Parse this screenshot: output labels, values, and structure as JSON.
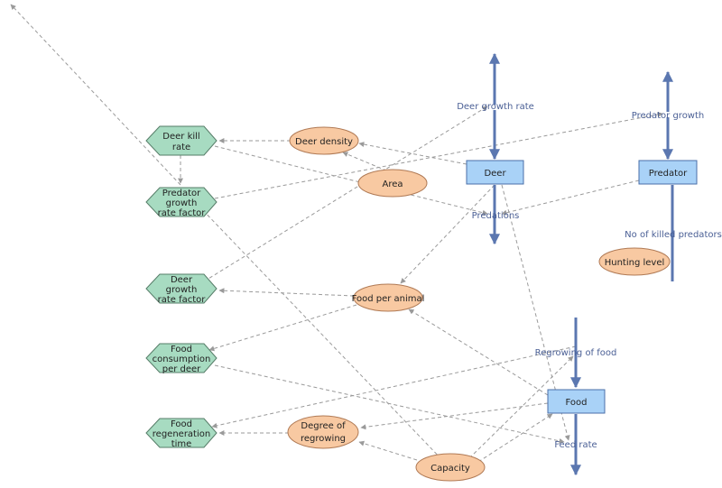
{
  "colors": {
    "stock_fill": "#a9d2f7",
    "stock_stroke": "#4a6fa8",
    "aux_fill": "#f8c9a2",
    "aux_stroke": "#b07a55",
    "table_fill": "#a7dbc1",
    "table_stroke": "#567d68",
    "flow": "#5b77b0",
    "link": "#9a9a9a",
    "flow_label": "#4a5f95"
  },
  "stocks": {
    "deer": "Deer",
    "predator": "Predator",
    "food": "Food"
  },
  "flows": {
    "deer_growth_rate": "Deer growth rate",
    "predations": "Predations",
    "predator_growth": "Predator growth",
    "no_of_killed_predators": "No of killed predators",
    "regrowing_of_food": "Regrowing of food",
    "feed_rate": "Feed rate"
  },
  "auxiliaries": {
    "deer_density": "Deer density",
    "area": "Area",
    "food_per_animal": "Food per animal",
    "hunting_level": "Hunting level",
    "degree_of_regrowing": [
      "Degree of",
      "regrowing"
    ],
    "capacity": "Capacity"
  },
  "tables": {
    "deer_kill_rate": [
      "Deer kill",
      "rate"
    ],
    "predator_growth_rate_factor": [
      "Predator",
      "growth",
      "rate factor"
    ],
    "deer_growth_rate_factor": [
      "Deer",
      "growth",
      "rate factor"
    ],
    "food_consumption_per_deer": [
      "Food",
      "consumption",
      "per deer"
    ],
    "food_regeneration_time": [
      "Food",
      "regeneration",
      "time"
    ]
  }
}
